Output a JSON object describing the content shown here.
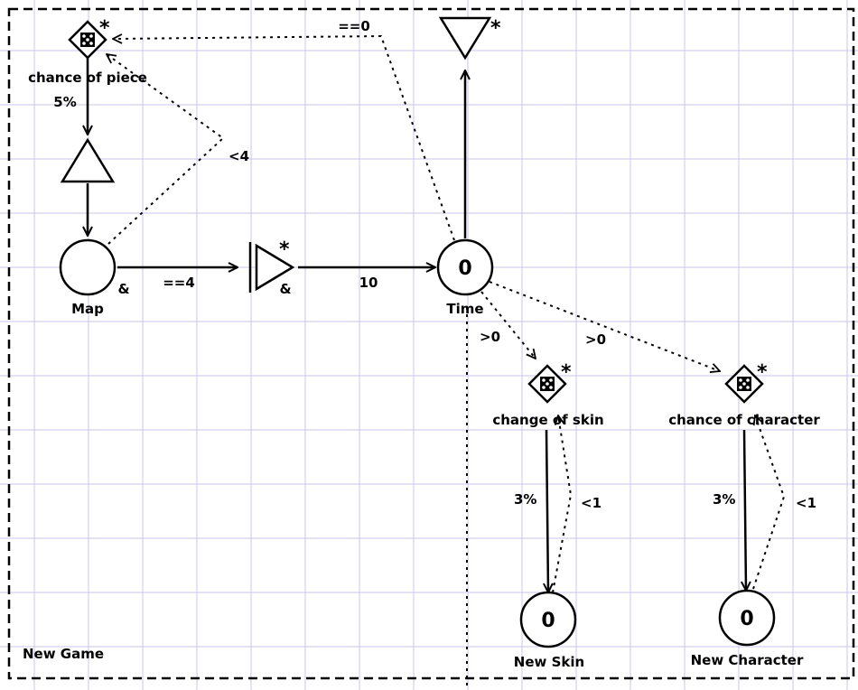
{
  "diagram": {
    "grid_color": "#c9c5e8",
    "stroke_color": "#000000",
    "nodes": {
      "chance_piece": {
        "star": "*",
        "label": "chance of piece",
        "value": "5%"
      },
      "triangle_up": {},
      "map": {
        "label": "Map",
        "amp": "&"
      },
      "converter": {
        "star": "*",
        "amp": "&"
      },
      "time": {
        "value": "0",
        "label": "Time"
      },
      "drain": {
        "star": "*"
      },
      "change_skin": {
        "star": "*",
        "label": "change of skin"
      },
      "chance_character": {
        "star": "*",
        "label": "chance of character"
      },
      "new_skin": {
        "value": "0",
        "label": "New Skin"
      },
      "new_character": {
        "value": "0",
        "label": "New Character"
      }
    },
    "edges": {
      "map_to_converter": "==4",
      "converter_to_time": "10",
      "map_to_chance": "<4",
      "time_to_chance": "==0",
      "time_to_skin": ">0",
      "time_to_character": ">0",
      "skin_rate": "3%",
      "skin_back": "<1",
      "character_rate": "3%",
      "character_back": "<1"
    },
    "group_label": "New Game"
  }
}
